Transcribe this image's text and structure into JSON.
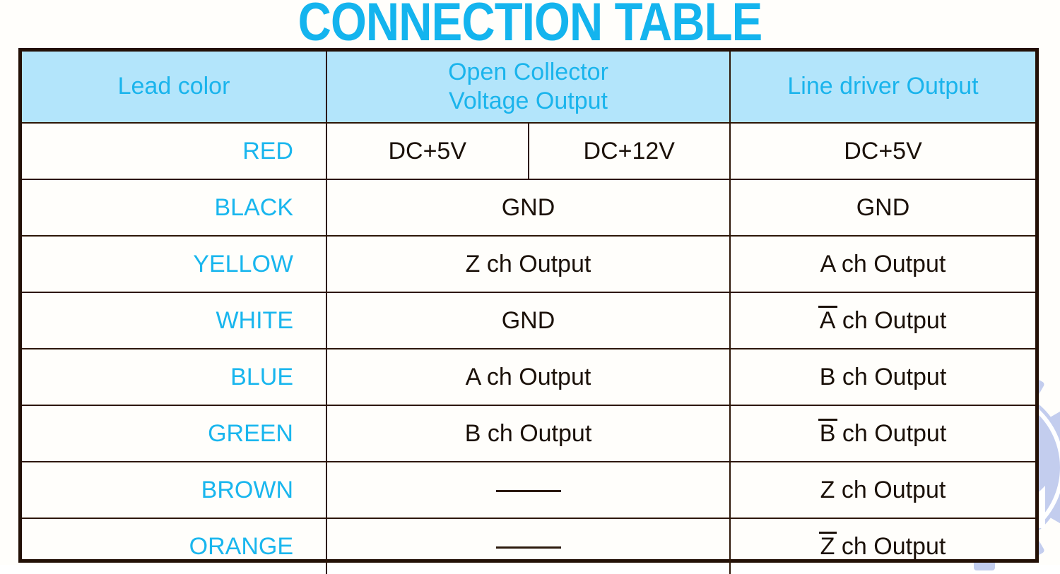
{
  "page": {
    "title": "CONNECTION TABLE",
    "title_color": "#14b4ee",
    "header_bg": "#b3e5fb",
    "header_text_color": "#1ab4ec",
    "lead_label_color": "#19b6ee",
    "body_text_color": "#1b1109",
    "border_color": "#231006",
    "background": "#fffefb"
  },
  "watermark": {
    "name": "gear-k-arrow-logo",
    "color": "#c3cdee"
  },
  "table": {
    "columns": [
      {
        "key": "lead",
        "label": "Lead color"
      },
      {
        "key": "open",
        "label": "Open Collector\nVoltage Output",
        "line1": "Open Collector",
        "line2": "Voltage Output"
      },
      {
        "key": "line",
        "label": "Line driver Output"
      }
    ],
    "rows": [
      {
        "lead": "RED",
        "open_split": true,
        "open_left": "DC+5V",
        "open_right": "DC+12V",
        "line": "DC+5V",
        "line_overline": ""
      },
      {
        "lead": "BLACK",
        "open_split": false,
        "open": "GND",
        "line": "GND",
        "line_overline": ""
      },
      {
        "lead": "YELLOW",
        "open_split": false,
        "open": "Z ch Output",
        "line": "A ch Output",
        "line_overline": ""
      },
      {
        "lead": "WHITE",
        "open_split": false,
        "open": "GND",
        "line": "A ch Output",
        "line_overline": "A",
        "line_rest": " ch Output"
      },
      {
        "lead": "BLUE",
        "open_split": false,
        "open": "A ch Output",
        "line": "B ch Output",
        "line_overline": ""
      },
      {
        "lead": "GREEN",
        "open_split": false,
        "open": "B ch Output",
        "line": "B ch Output",
        "line_overline": "B",
        "line_rest": " ch Output"
      },
      {
        "lead": "BROWN",
        "open_split": false,
        "open": "———",
        "open_is_dash": true,
        "line": "Z ch Output",
        "line_overline": ""
      },
      {
        "lead": "ORANGE",
        "open_split": false,
        "open": "———",
        "open_is_dash": true,
        "line": "Z ch Output",
        "line_overline": "Z",
        "line_rest": " ch Output"
      }
    ]
  }
}
